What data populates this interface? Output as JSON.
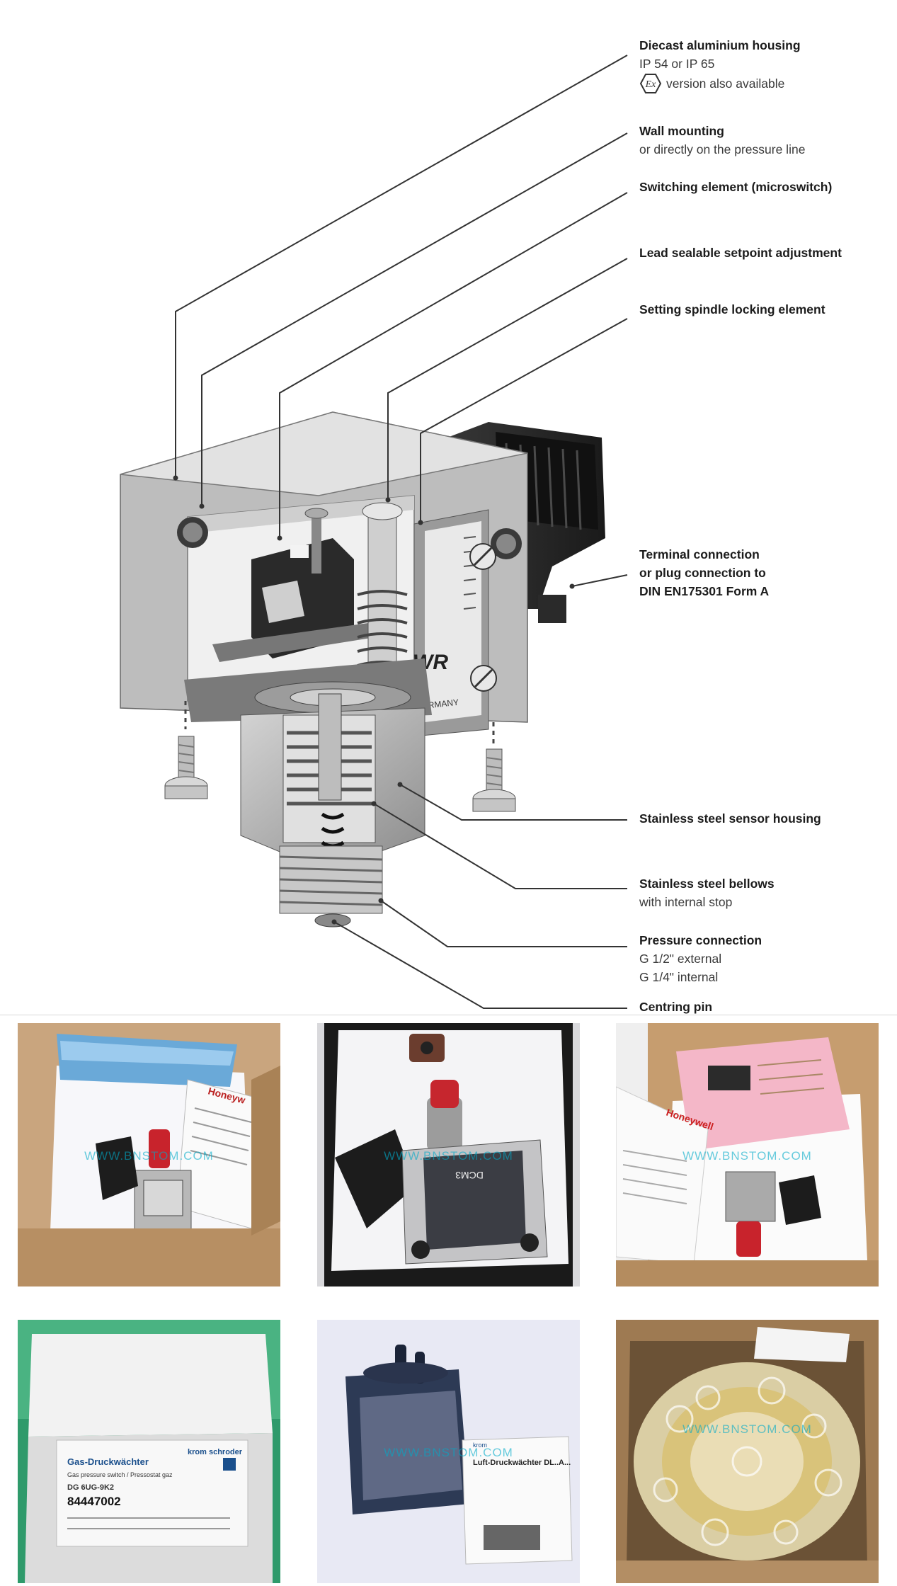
{
  "callouts": [
    {
      "id": "housing",
      "title": "Diecast aluminium housing",
      "lines": [
        "IP 54 or IP 65"
      ],
      "ex_symbol": "Ex",
      "ex_note": "version also available"
    },
    {
      "id": "mounting",
      "title": "Wall mounting",
      "lines": [
        "or directly on the pressure line"
      ]
    },
    {
      "id": "switch",
      "title": "Switching element (microswitch)",
      "lines": []
    },
    {
      "id": "setpoint",
      "title": "Lead sealable setpoint adjustment",
      "lines": []
    },
    {
      "id": "spindle",
      "title": "Setting spindle locking element",
      "lines": []
    },
    {
      "id": "terminal",
      "title": "Terminal connection",
      "lines": [
        "or plug connection to",
        "DIN EN175301 Form A"
      ]
    },
    {
      "id": "sensor",
      "title": "Stainless steel sensor housing",
      "lines": []
    },
    {
      "id": "bellows",
      "title": "Stainless steel bellows",
      "lines": [
        "with internal stop"
      ]
    },
    {
      "id": "pressure",
      "title": "Pressure connection",
      "lines": [
        "G 1/2\" external",
        "G 1/4\" internal"
      ]
    },
    {
      "id": "centring",
      "title": "Centring pin",
      "lines": []
    }
  ],
  "device_labels": {
    "brand": "WR",
    "country": "GERMANY"
  },
  "photos": [
    {
      "id": "photo-1",
      "watermark": "WWW.BNSTOM.COM",
      "label": "Honeyw"
    },
    {
      "id": "photo-2",
      "watermark": "WWW.BNSTOM.COM",
      "label": "DCM3"
    },
    {
      "id": "photo-3",
      "watermark": "WWW.BNSTOM.COM",
      "label": "Honeywell"
    },
    {
      "id": "photo-4",
      "watermark": "",
      "box_lines": [
        "Gas-Druckwächter",
        "Gas pressure switch / Pressostat gaz",
        "DG 6UG-9K2",
        "84447002",
        "krom schroder"
      ]
    },
    {
      "id": "photo-5",
      "watermark": "WWW.BNSTOM.COM",
      "label": "Luft-Druckwächter DL..A..."
    },
    {
      "id": "photo-6",
      "watermark": "WWW.BNSTOM.COM",
      "label": ""
    }
  ],
  "colors": {
    "text": "#1c1c1c",
    "leader": "#333333",
    "metal": "#a8a8a8",
    "dark": "#2a2a2a",
    "watermark": "#00aac8"
  }
}
